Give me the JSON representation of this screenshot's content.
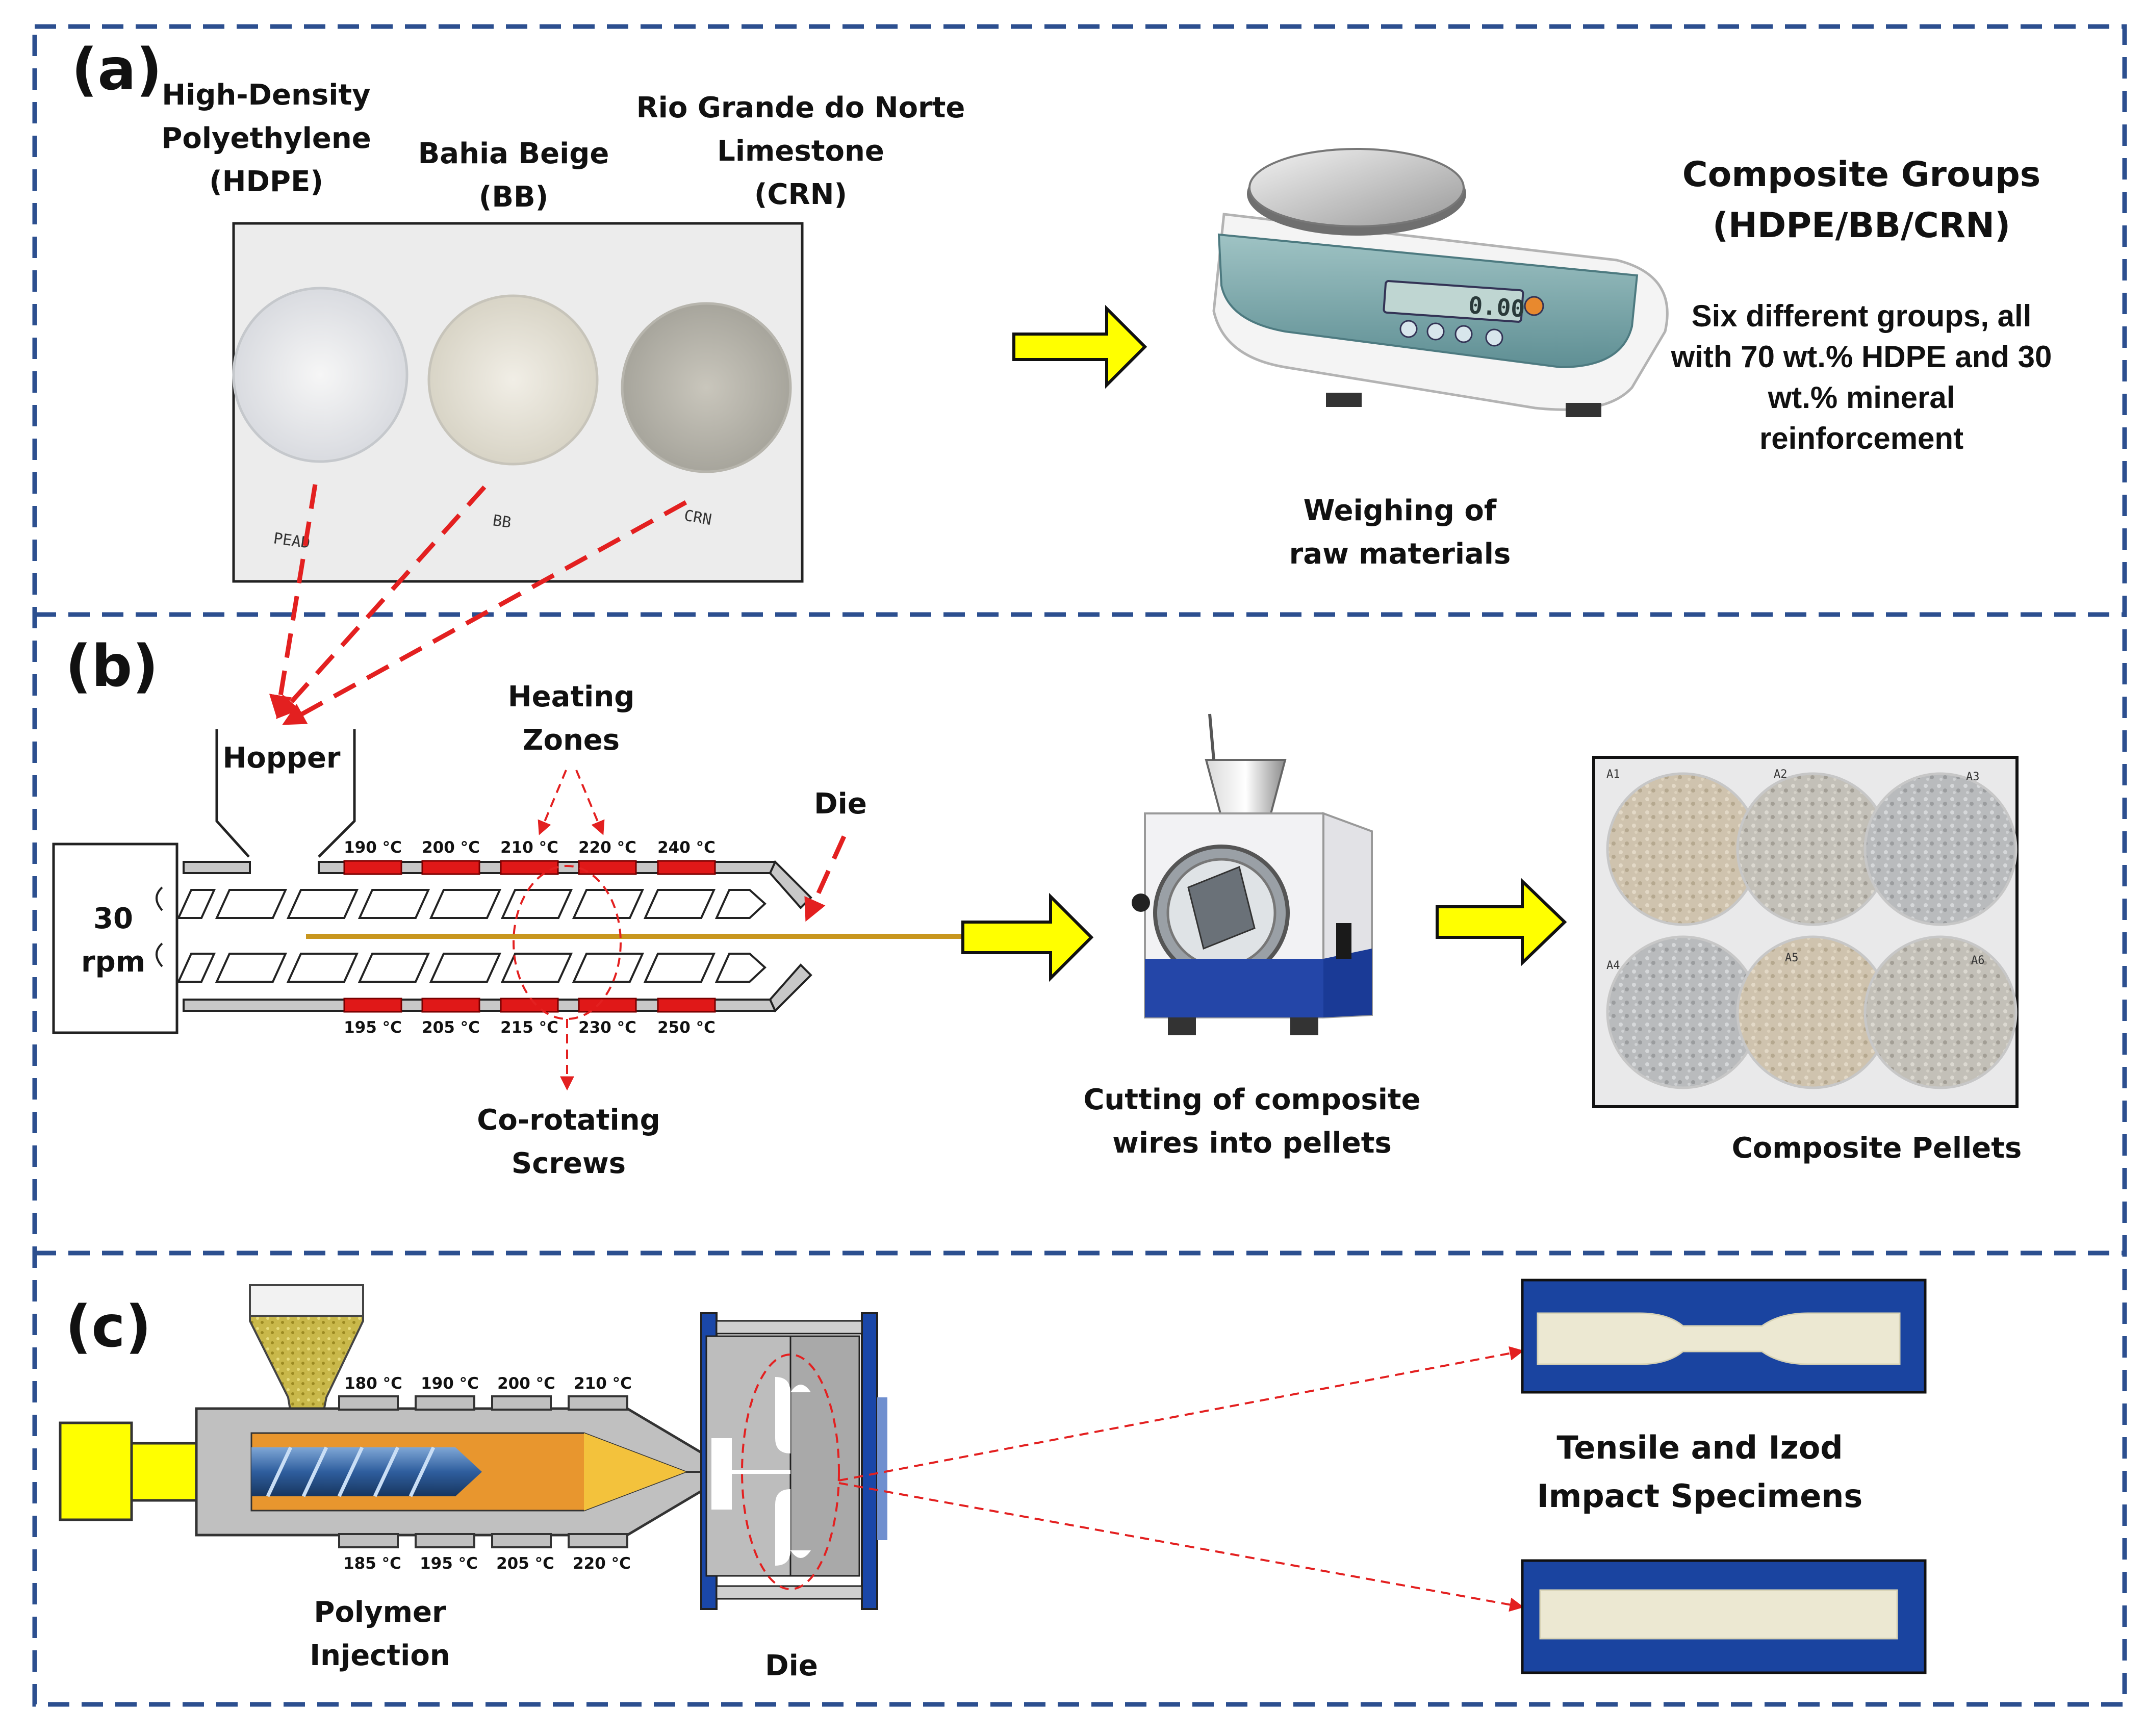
{
  "panels": {
    "a": {
      "tag": "(a)",
      "hdpe": [
        "High-Density",
        "Polyethylene",
        "(HDPE)"
      ],
      "bb": [
        "Bahia Beige",
        "(BB)"
      ],
      "crn": [
        "Rio Grande do Norte",
        "Limestone",
        "(CRN)"
      ],
      "dish_labels": [
        "PEAD",
        "BB",
        "CRN"
      ],
      "scale_display": "0.00",
      "weighing": [
        "Weighing of",
        "raw materials"
      ],
      "groups_title": [
        "Composite Groups",
        "(HDPE/BB/CRN)"
      ],
      "groups_desc": [
        "Six different groups, all",
        "with 70 wt.% HDPE and 30",
        "wt.% mineral",
        "reinforcement"
      ]
    },
    "b": {
      "tag": "(b)",
      "hopper": "Hopper",
      "heating": [
        "Heating",
        "Zones"
      ],
      "die": "Die",
      "motor": [
        "30",
        "rpm"
      ],
      "top_temps": [
        "190 °C",
        "200 °C",
        "210 °C",
        "220 °C",
        "240 °C"
      ],
      "bottom_temps": [
        "195 °C",
        "205 °C",
        "215 °C",
        "230 °C",
        "250 °C"
      ],
      "screws": [
        "Co-rotating",
        "Screws"
      ],
      "cutting": [
        "Cutting of composite",
        "wires into pellets"
      ],
      "pellets_title": "Composite Pellets",
      "pellet_labels": [
        "A1",
        "A2",
        "A3",
        "A4",
        "A5",
        "A6"
      ]
    },
    "c": {
      "tag": "(c)",
      "top_temps": [
        "180 °C",
        "190 °C",
        "200 °C",
        "210 °C"
      ],
      "bottom_temps": [
        "185 °C",
        "195 °C",
        "205 °C",
        "220 °C"
      ],
      "injection": [
        "Polymer",
        "Injection"
      ],
      "die": "Die",
      "specimens": [
        "Tensile and Izod",
        "Impact Specimens"
      ]
    }
  },
  "colors": {
    "frame": "#2c4f8f",
    "arrow_fill": "#ffff00",
    "heater": "#e01818",
    "annotation": "#e32020",
    "mold_blue": "#1a47a8",
    "piston": "#ffff00",
    "melt": "#e8962e"
  }
}
